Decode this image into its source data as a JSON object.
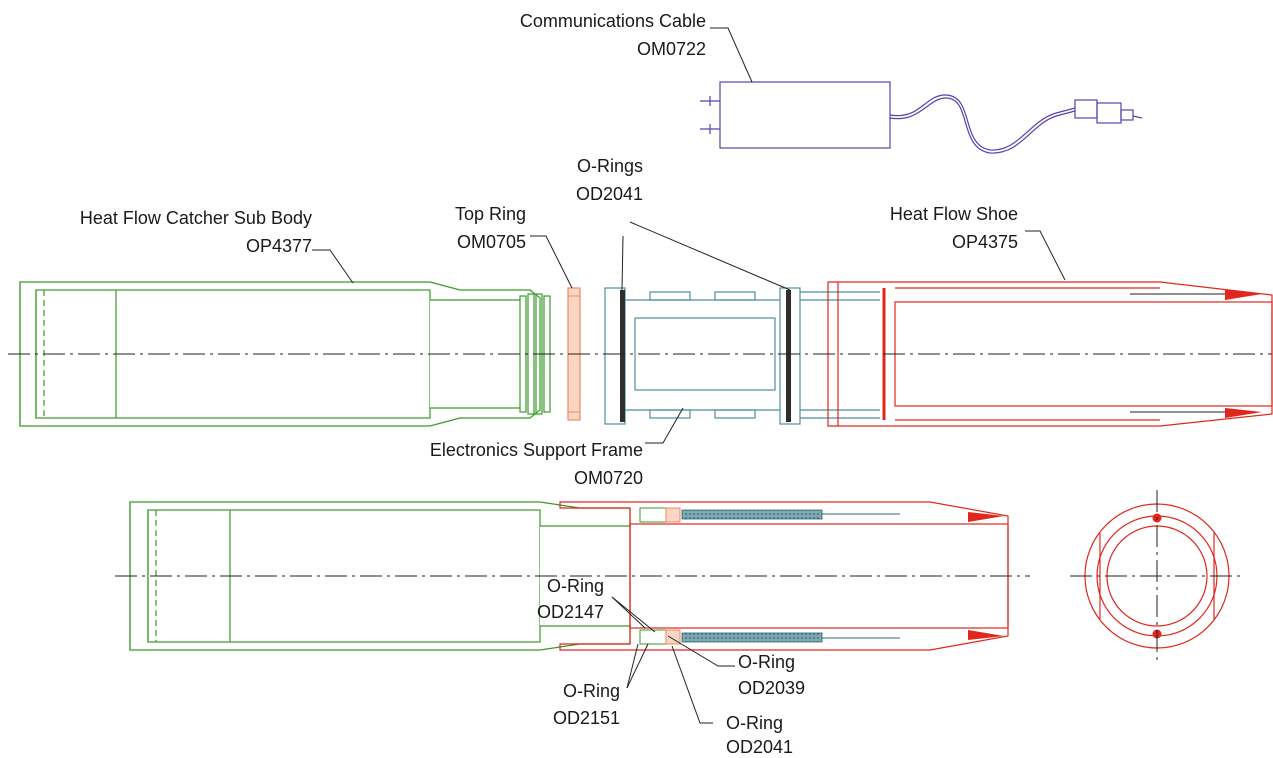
{
  "labels": {
    "comm_cable": {
      "name": "Communications Cable",
      "part": "OM0722"
    },
    "orings_top": {
      "name": "O-Rings",
      "part": "OD2041"
    },
    "catcher_sub": {
      "name": "Heat Flow Catcher Sub Body",
      "part": "OP4377"
    },
    "top_ring": {
      "name": "Top Ring",
      "part": "OM0705"
    },
    "shoe": {
      "name": "Heat Flow Shoe",
      "part": "OP4375"
    },
    "frame": {
      "name": "Electronics Support Frame",
      "part": "OM0720"
    },
    "oring_2147": {
      "name": "O-Ring",
      "part": "OD2147"
    },
    "oring_2151": {
      "name": "O-Ring",
      "part": "OD2151"
    },
    "oring_2039": {
      "name": "O-Ring",
      "part": "OD2039"
    },
    "oring_2041": {
      "name": "O-Ring",
      "part": "OD2041"
    }
  },
  "colors": {
    "catcher_sub": "#3a9a2a",
    "shoe": "#e0271e",
    "frame": "#4d8ea0",
    "top_ring": "#f08a5d",
    "cable": "#5b3fb0"
  }
}
